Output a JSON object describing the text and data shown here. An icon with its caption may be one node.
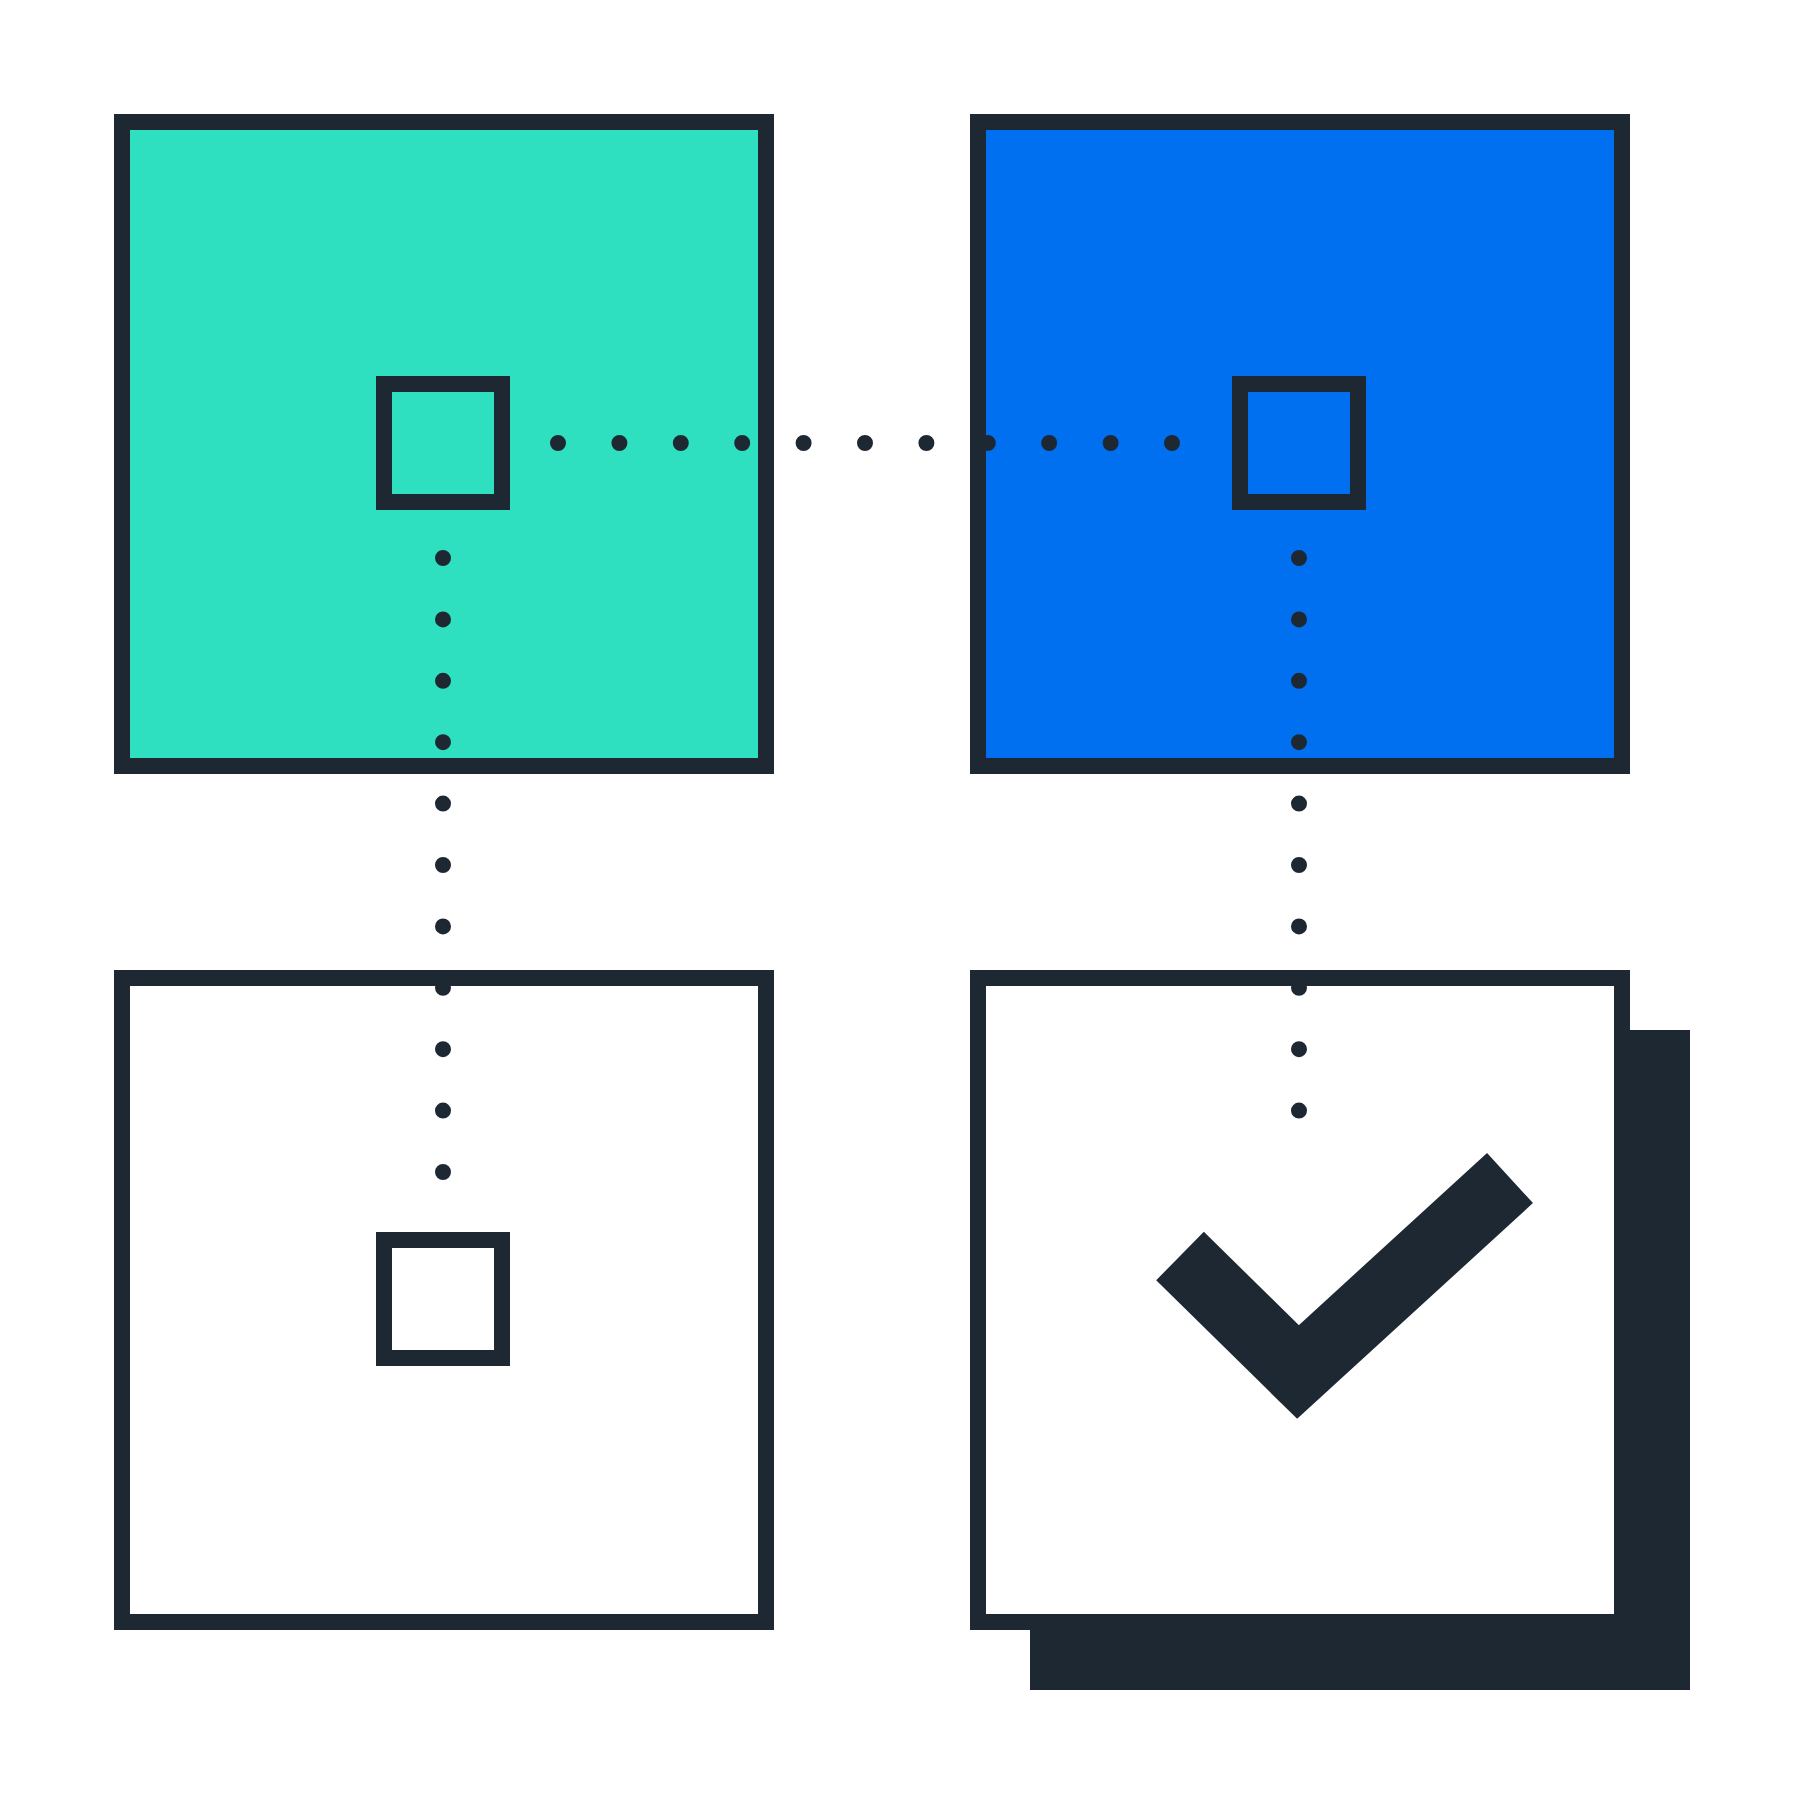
{
  "diagram": {
    "nodes": [
      {
        "text": [],
        "shape": "box"
      },
      {
        "text": [],
        "shape": "box",
        "in": 0
      },
      {
        "text": [],
        "shape": "box"
      },
      {
        "text": [],
        "shape": "box",
        "in": 2
      },
      {
        "text": [],
        "shape": "box"
      },
      {
        "text": [],
        "shape": "box",
        "in": 4
      },
      {
        "text": [],
        "shape": "box"
      },
      {
        "text": [],
        "shape": "picture",
        "in": 6
      }
    ],
    "edges": [
      {
        "from": 1,
        "to": 3,
        "arrow": "none",
        "style": "dashed"
      },
      {
        "from": 1,
        "to": 5,
        "arrow": "none",
        "style": "dashed"
      },
      {
        "from": 3,
        "to": 7,
        "arrow": "none",
        "style": "dashed"
      }
    ]
  }
}
